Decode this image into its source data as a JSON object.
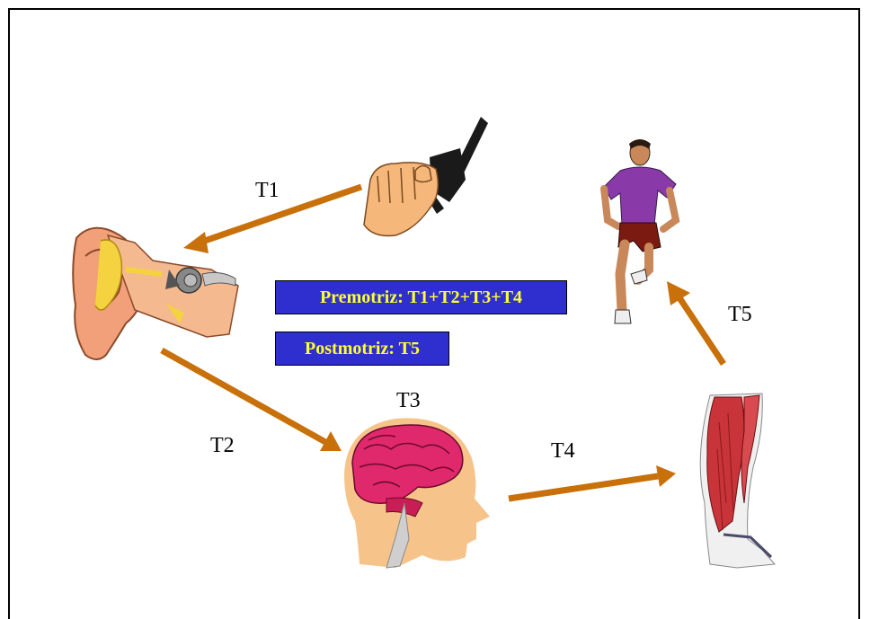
{
  "labels": {
    "t1": "T1",
    "t2": "T2",
    "t3": "T3",
    "t4": "T4",
    "t5": "T5"
  },
  "boxes": {
    "premotriz": "Premotriz: T1+T2+T3+T4",
    "postmotriz": "Postmotriz: T5"
  },
  "colors": {
    "arrow": "#c8700a",
    "box_bg": "#2f2fd0",
    "box_text": "#ffff33"
  },
  "icons": [
    "pistol-hand-icon",
    "ear-icon",
    "brain-head-icon",
    "leg-muscle-icon",
    "runner-icon"
  ]
}
